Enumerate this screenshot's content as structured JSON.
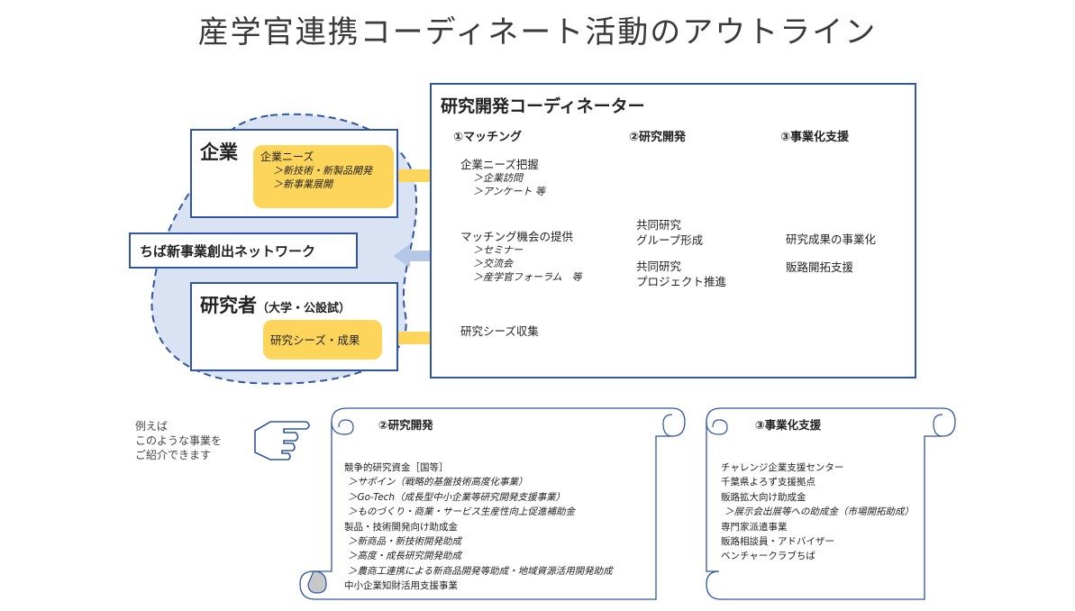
{
  "title": "産学官連携コーディネート活動のアウトライン",
  "company": {
    "title": "企業",
    "needs_label": "企業ニーズ",
    "needs_items": [
      "＞新技術・新製品開発",
      "＞新事業展開"
    ]
  },
  "network": {
    "label": "ちば新事業創出ネットワーク"
  },
  "researcher": {
    "title": "研究者",
    "subtitle": "（大学・公設試）",
    "seeds_label": "研究シーズ・成果"
  },
  "coordinator": {
    "title": "研究開発コーディネーター",
    "col1_head": "①マッチング",
    "col2_head": "②研究開発",
    "col3_head": "③事業化支援",
    "arrow1": {
      "label": "企業ニーズ把握",
      "items": [
        "＞企業訪問",
        "＞アンケート 等"
      ]
    },
    "arrow2": {
      "label": "マッチング機会の提供",
      "items": [
        "＞セミナー",
        "＞交流会",
        "＞産学官フォーラム　等"
      ]
    },
    "arrow3": {
      "label": "研究シーズ収集"
    },
    "rd_lines": [
      "共同研究",
      "グループ形成",
      "",
      "共同研究",
      "プロジェクト推進"
    ],
    "biz_lines": [
      "研究成果の事業化",
      "",
      "販路開拓支援"
    ]
  },
  "example": {
    "lines": [
      "例えば",
      "このような事業を",
      "ご紹介できます"
    ]
  },
  "scroll_rd": {
    "header": "②研究開発",
    "items": [
      {
        "text": "競争的研究資金［国等］",
        "sub": false
      },
      {
        "text": "＞サポイン（戦略的基盤技術高度化事業）",
        "sub": true
      },
      {
        "text": "＞Go-Tech（成長型中小企業等研究開発支援事業）",
        "sub": true
      },
      {
        "text": "＞ものづくり・商業・サービス生産性向上促進補助金",
        "sub": true
      },
      {
        "text": "製品・技術開発向け助成金",
        "sub": false
      },
      {
        "text": "＞新商品・新技術開発助成",
        "sub": true
      },
      {
        "text": "＞高度・成長研究開発助成",
        "sub": true
      },
      {
        "text": "＞農商工連携による新商品開発等助成・地域資源活用開発助成",
        "sub": true
      },
      {
        "text": "中小企業知財活用支援事業",
        "sub": false
      }
    ]
  },
  "scroll_biz": {
    "header": "③事業化支援",
    "items": [
      {
        "text": "チャレンジ企業支援センター",
        "sub": false
      },
      {
        "text": "千葉県よろず支援拠点",
        "sub": false
      },
      {
        "text": "販路拡大向け助成金",
        "sub": false
      },
      {
        "text": "＞展示会出展等への助成金（市場開拓助成）",
        "sub": true
      },
      {
        "text": "専門家派遣事業",
        "sub": false
      },
      {
        "text": "販路相談員・アドバイザー",
        "sub": false
      },
      {
        "text": "ベンチャークラブちば",
        "sub": false
      }
    ]
  },
  "colors": {
    "blue_border": "#2f55a4",
    "light_blue": "#b4c7e7",
    "yellow": "#fdd55a",
    "blob": "#dae3f3",
    "scroll_fold": "#c8c8c8"
  }
}
